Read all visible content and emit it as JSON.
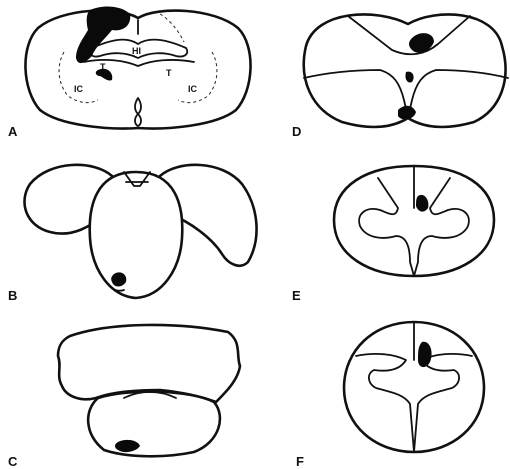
{
  "panels": [
    {
      "letter": "A",
      "labels": [
        "HI",
        "T",
        "T",
        "IC",
        "IC"
      ]
    },
    {
      "letter": "B",
      "labels": []
    },
    {
      "letter": "C",
      "labels": []
    },
    {
      "letter": "D",
      "labels": []
    },
    {
      "letter": "E",
      "labels": []
    },
    {
      "letter": "F",
      "labels": []
    }
  ],
  "colors": {
    "line": "#111111",
    "lesion": "#0a0a0a",
    "background": "#ffffff"
  }
}
